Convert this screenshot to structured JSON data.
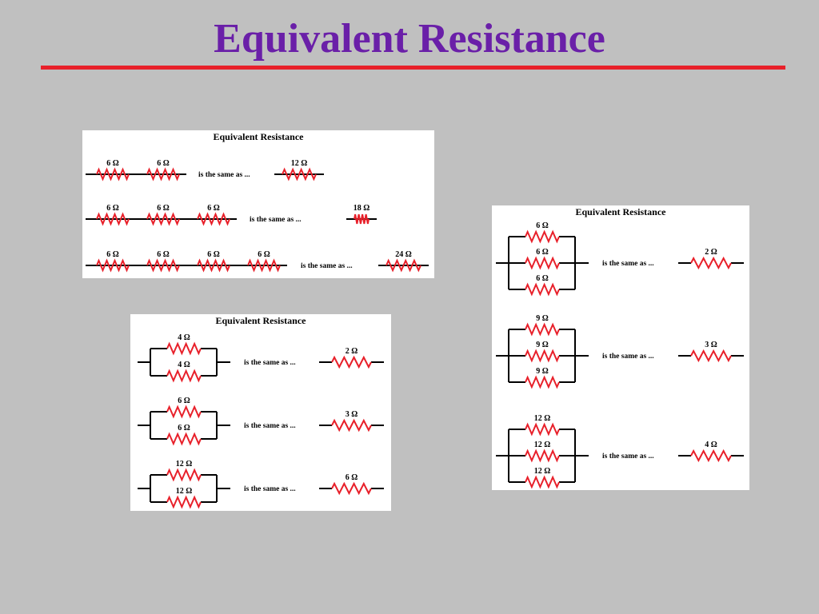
{
  "slide": {
    "title": "Equivalent Resistance",
    "title_color": "#6a1fa8",
    "rule_color": "#e8202a"
  },
  "colors": {
    "resistor": "#e8202a",
    "wire": "#000000"
  },
  "icons": {
    "resistor": "zigzag-resistor-icon",
    "wire": "wire-line"
  },
  "panels": {
    "series": {
      "title": "Equivalent Resistance",
      "rows": [
        {
          "resistors": [
            "6 Ω",
            "6 Ω"
          ],
          "phrase": "is the same as ...",
          "equivalent": "12 Ω"
        },
        {
          "resistors": [
            "6 Ω",
            "6 Ω",
            "6 Ω"
          ],
          "phrase": "is the same as ...",
          "equivalent": "18 Ω"
        },
        {
          "resistors": [
            "6 Ω",
            "6 Ω",
            "6 Ω",
            "6 Ω"
          ],
          "phrase": "is the same as ...",
          "equivalent": "24 Ω"
        }
      ]
    },
    "parallel_pairs": {
      "title": "Equivalent Resistance",
      "rows": [
        {
          "resistors": [
            "4 Ω",
            "4 Ω"
          ],
          "phrase": "is the same as ...",
          "equivalent": "2 Ω"
        },
        {
          "resistors": [
            "6 Ω",
            "6 Ω"
          ],
          "phrase": "is the same as ...",
          "equivalent": "3 Ω"
        },
        {
          "resistors": [
            "12 Ω",
            "12 Ω"
          ],
          "phrase": "is the same as ...",
          "equivalent": "6 Ω"
        }
      ]
    },
    "parallel_triples": {
      "title": "Equivalent Resistance",
      "rows": [
        {
          "resistors": [
            "6 Ω",
            "6 Ω",
            "6 Ω"
          ],
          "phrase": "is the same as ...",
          "equivalent": "2 Ω"
        },
        {
          "resistors": [
            "9 Ω",
            "9 Ω",
            "9 Ω"
          ],
          "phrase": "is the same as ...",
          "equivalent": "3 Ω"
        },
        {
          "resistors": [
            "12 Ω",
            "12 Ω",
            "12 Ω"
          ],
          "phrase": "is the same as ...",
          "equivalent": "4 Ω"
        }
      ]
    }
  }
}
